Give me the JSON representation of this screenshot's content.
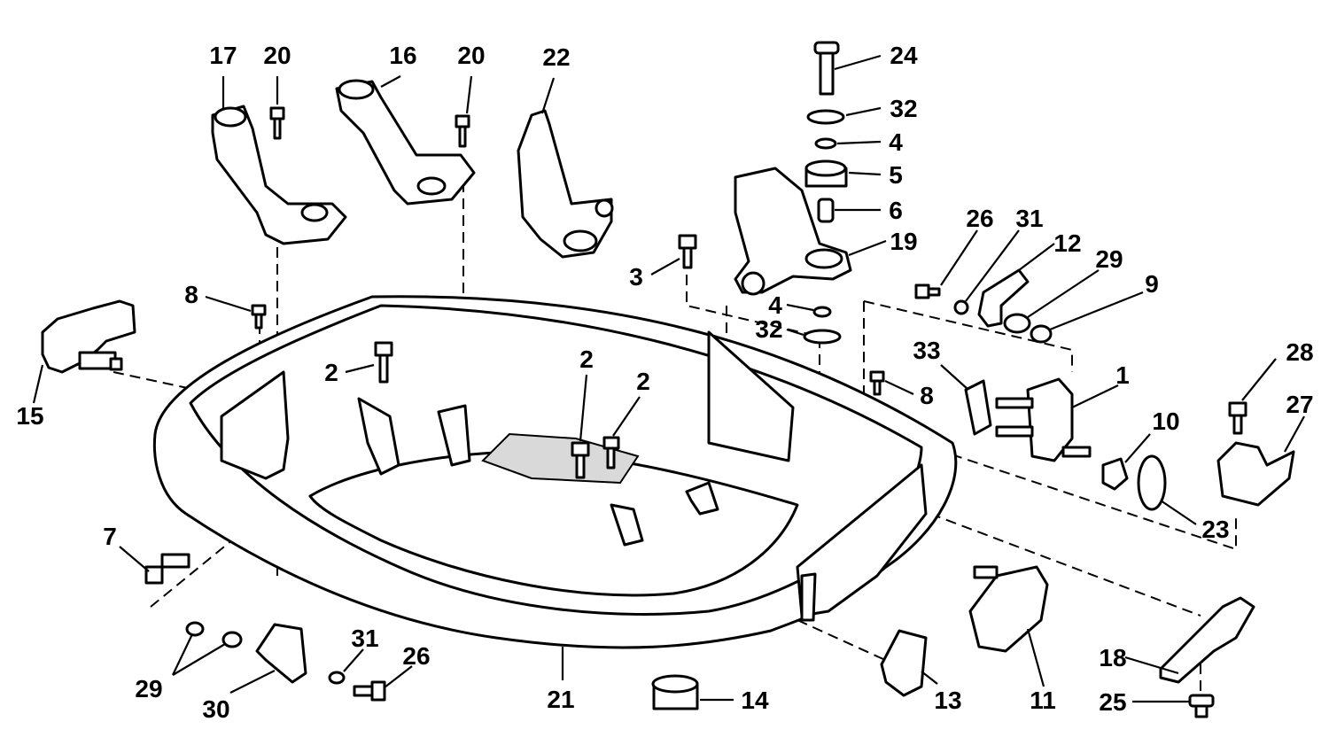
{
  "diagram": {
    "callouts": [
      {
        "id": "c17a",
        "text": "17"
      },
      {
        "id": "c20a",
        "text": "20"
      },
      {
        "id": "c16",
        "text": "16"
      },
      {
        "id": "c20b",
        "text": "20"
      },
      {
        "id": "c22",
        "text": "22"
      },
      {
        "id": "c24",
        "text": "24"
      },
      {
        "id": "c32a",
        "text": "32"
      },
      {
        "id": "c4a",
        "text": "4"
      },
      {
        "id": "c5",
        "text": "5"
      },
      {
        "id": "c6",
        "text": "6"
      },
      {
        "id": "c19",
        "text": "19"
      },
      {
        "id": "c26a",
        "text": "26"
      },
      {
        "id": "c31a",
        "text": "31"
      },
      {
        "id": "c12",
        "text": "12"
      },
      {
        "id": "c29a",
        "text": "29"
      },
      {
        "id": "c9",
        "text": "9"
      },
      {
        "id": "c3",
        "text": "3"
      },
      {
        "id": "c4b",
        "text": "4"
      },
      {
        "id": "c32b",
        "text": "32"
      },
      {
        "id": "c8a",
        "text": "8"
      },
      {
        "id": "c2a",
        "text": "2"
      },
      {
        "id": "c2b",
        "text": "2"
      },
      {
        "id": "c2c",
        "text": "2"
      },
      {
        "id": "c33",
        "text": "33"
      },
      {
        "id": "c1",
        "text": "1"
      },
      {
        "id": "c8b",
        "text": "8"
      },
      {
        "id": "c28",
        "text": "28"
      },
      {
        "id": "c27",
        "text": "27"
      },
      {
        "id": "c15",
        "text": "15"
      },
      {
        "id": "c10",
        "text": "10"
      },
      {
        "id": "c23",
        "text": "23"
      },
      {
        "id": "c7",
        "text": "7"
      },
      {
        "id": "c29b",
        "text": "29"
      },
      {
        "id": "c30",
        "text": "30"
      },
      {
        "id": "c31b",
        "text": "31"
      },
      {
        "id": "c26b",
        "text": "26"
      },
      {
        "id": "c21",
        "text": "21"
      },
      {
        "id": "c14",
        "text": "14"
      },
      {
        "id": "c13",
        "text": "13"
      },
      {
        "id": "c11",
        "text": "11"
      },
      {
        "id": "c18",
        "text": "18"
      },
      {
        "id": "c25",
        "text": "25"
      }
    ]
  }
}
